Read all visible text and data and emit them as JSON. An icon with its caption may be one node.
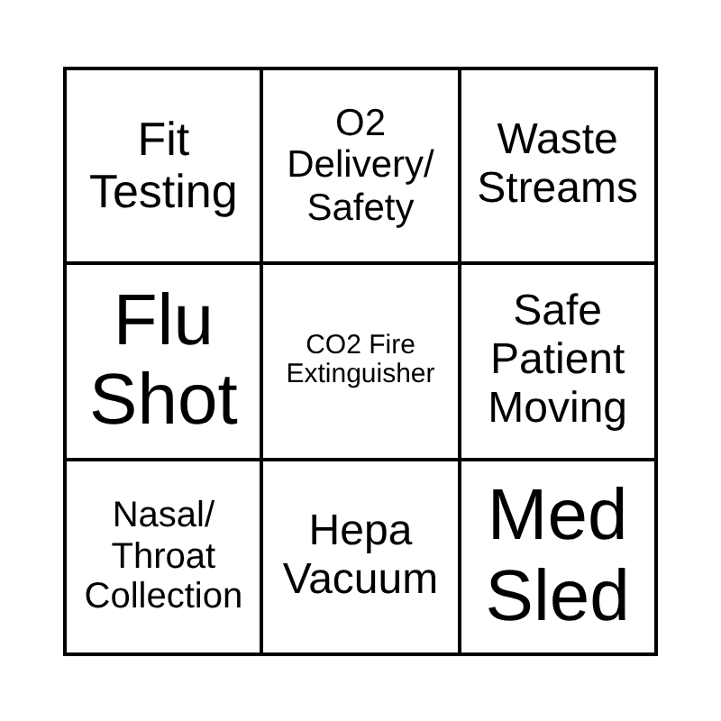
{
  "diagram": {
    "labels": [
      "Fit Testing",
      "O2 Delivery/ Safety",
      "Waste Streams",
      "Flu Shot",
      "CO2 Fire Extinguisher",
      "Safe Patient Moving",
      "Nasal/ Throat Collection",
      "Hepa Vacuum",
      "Med Sled"
    ]
  }
}
